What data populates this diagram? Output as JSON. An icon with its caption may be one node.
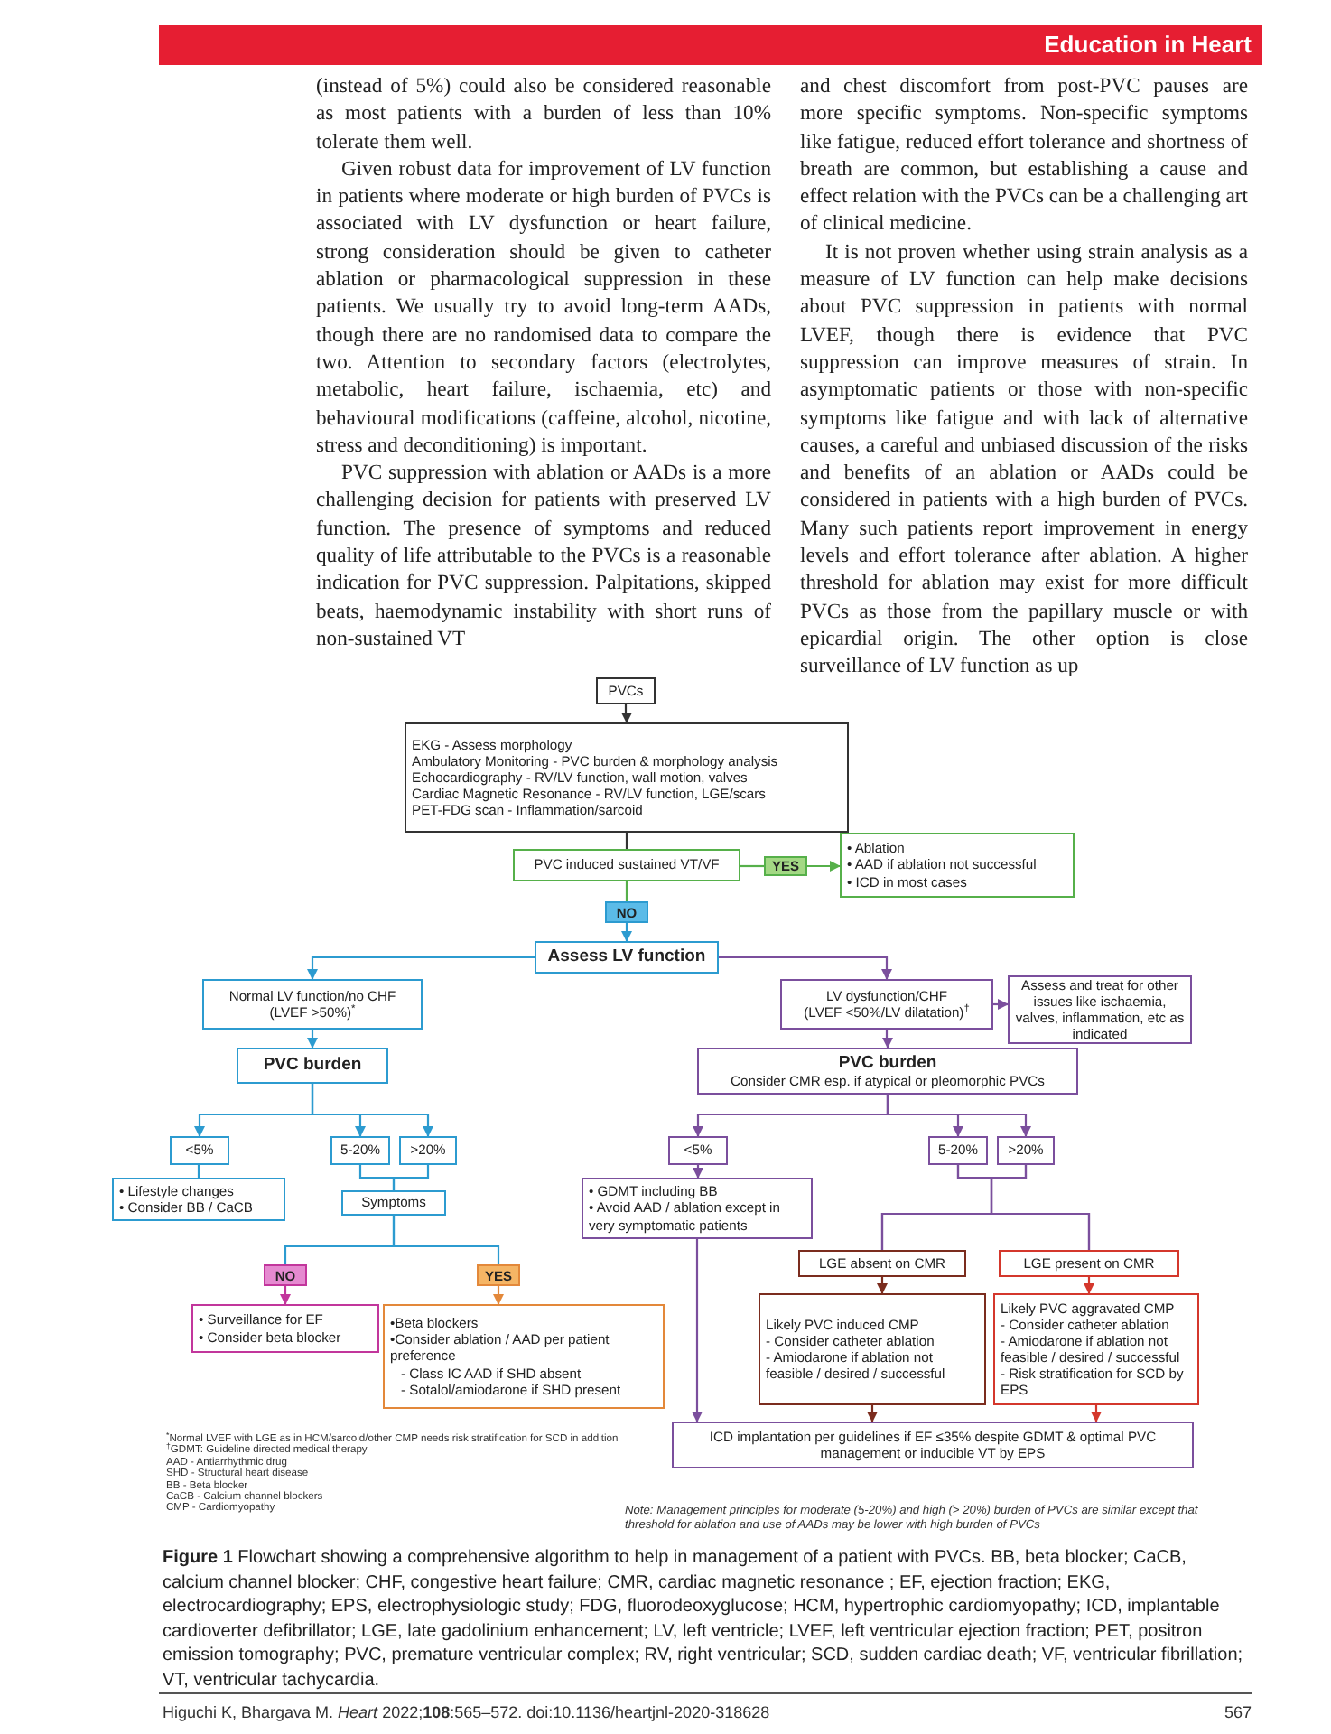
{
  "diagram": {
    "caption": "**Figure 1** Flowchart showing a comprehensive algorithm to help in management of a patient with PVCs. BB, beta blocker; CaCB, calcium channel blocker; CHF, congestive heart failure; CMR, cardiac magnetic resonance ; EF, ejection fraction; EKG, electrocardiography; EPS, electrophysiologic study; FDG, fluorodeoxyglucose; HCM, hypertrophic cardiomyopathy; ICD, implantable cardioverter defibrillator; LGE, late gadolinium enhancement; LV, left ventricle; LVEF, left ventricular ejection fraction; PET, positron emission tomography; PVC, premature ventricular complex; RV, right ventricular; SCD, sudden cardiac death; VF, ventricular fibrillation; VT, ventricular tachycardia.",
    "nodes": [
      {
        "text": [
          "PVCs"
        ]
      },
      {
        "text": [
          "EKG - Assess morphology",
          "Ambulatory Monitoring - PVC burden & morphology analysis",
          "Echocardiography - RV/LV function, wall motion, valves",
          "Cardiac Magnetic Resonance - RV/LV function, LGE/scars",
          "PET-FDG scan - Inflammation/sarcoid"
        ]
      },
      {
        "text": [
          "PVC induced sustained VT/VF"
        ]
      },
      {
        "text": [
          "YES"
        ]
      },
      {
        "text": [
          "• Ablation",
          "• AAD if ablation not successful",
          "• ICD in most cases"
        ]
      },
      {
        "text": [
          "NO"
        ]
      },
      {
        "text": [
          "Assess LV function"
        ]
      },
      {
        "text": [
          "Normal LV function/no CHF",
          "(LVEF >50%)$^{*}$"
        ]
      },
      {
        "text": [
          "PVC burden"
        ]
      },
      {
        "text": [
          "<5%"
        ]
      },
      {
        "text": [
          "5-20%"
        ]
      },
      {
        "text": [
          ">20%"
        ]
      },
      {
        "text": [
          "• Lifestyle changes",
          "• Consider BB / CaCB"
        ]
      },
      {
        "text": [
          "Symptoms"
        ]
      },
      {
        "text": [
          "NO"
        ]
      },
      {
        "text": [
          "YES"
        ]
      },
      {
        "text": [
          "• Surveillance for EF",
          "• Consider beta blocker"
        ]
      },
      {
        "text": [
          "•Beta blockers",
          "•Consider ablation / AAD per patient preference",
          "- Class IC AAD if SHD absent",
          "- Sotalol/amiodarone if SHD present"
        ]
      },
      {
        "text": [
          "LV dysfunction/CHF",
          "(LVEF <50%/LV dilatation)$^{†}$"
        ]
      },
      {
        "text": [
          "Assess and treat for other issues like ischaemia, valves, inflammation, etc as indicated"
        ]
      },
      {
        "text": [
          "PVC burden",
          "Consider CMR esp. if atypical or pleomorphic PVCs"
        ]
      },
      {
        "text": [
          "<5%"
        ]
      },
      {
        "text": [
          "5-20%"
        ]
      },
      {
        "text": [
          ">20%"
        ]
      },
      {
        "text": [
          "• GDMT including BB",
          "• Avoid AAD / ablation except in very symptomatic patients"
        ]
      },
      {
        "text": [
          "LGE absent on CMR"
        ]
      },
      {
        "text": [
          "LGE present on CMR"
        ]
      },
      {
        "text": [
          "Likely PVC induced CMP",
          "- Consider catheter ablation",
          "- Amiodarone if ablation not feasible / desired / successful"
        ]
      },
      {
        "text": [
          "Likely PVC aggravated CMP",
          "- Consider catheter ablation",
          "- Amiodarone if ablation not feasible / desired / successful",
          "- Risk stratification for SCD by EPS"
        ]
      },
      {
        "text": [
          "ICD implantation per guidelines if EF ≤35% despite GDMT & optimal PVC management or inducible VT by EPS"
        ]
      }
    ],
    "edges": [
      {
        "from": 0,
        "to": 1,
        "arrow": "to",
        "color": "#333333"
      },
      {
        "from": 1,
        "to": 2,
        "arrow": "none",
        "color": "#333333"
      },
      {
        "from": 2,
        "to": 3,
        "arrow": "none",
        "color": "#56b04a"
      },
      {
        "from": 3,
        "to": 4,
        "arrow": "to",
        "color": "#56b04a"
      },
      {
        "from": 2,
        "to": 5,
        "arrow": "none",
        "color": "#56b04a"
      },
      {
        "from": 5,
        "to": 6,
        "arrow": "to",
        "color": "#2c9bd0"
      },
      {
        "from": 6,
        "to": 7,
        "arrow": "to",
        "color": "#2c9bd0"
      },
      {
        "from": 6,
        "to": 18,
        "arrow": "to"
      },
      {
        "from": 7,
        "to": 8,
        "arrow": "to",
        "color": "#2c9bd0"
      },
      {
        "from": 8,
        "to": 9,
        "arrow": "to",
        "color": "#2c9bd0"
      },
      {
        "from": 8,
        "to": 10,
        "arrow": "to",
        "color": "#2c9bd0"
      },
      {
        "from": 8,
        "to": 11,
        "arrow": "to",
        "color": "#2c9bd0"
      },
      {
        "from": 9,
        "to": 12,
        "arrow": "none",
        "color": "#2c9bd0"
      },
      {
        "from": 10,
        "to": 13,
        "arrow": "none",
        "color": "#2c9bd0"
      },
      {
        "from": 11,
        "to": 13,
        "arrow": "none",
        "color": "#2c9bd0"
      },
      {
        "from": 13,
        "to": 14,
        "arrow": "none",
        "color": "#2c9bd0"
      },
      {
        "from": 13,
        "to": 15,
        "arrow": "none",
        "color": "#2c9bd0"
      },
      {
        "from": 14,
        "to": 16,
        "arrow": "to",
        "color": "#c2369c"
      },
      {
        "from": 15,
        "to": 17,
        "arrow": "to",
        "color": "#e3883a"
      },
      {
        "from": 18,
        "to": 19,
        "arrow": "to"
      },
      {
        "from": 18,
        "to": 20,
        "arrow": "to"
      },
      {
        "from": 20,
        "to": 21,
        "arrow": "to"
      },
      {
        "from": 20,
        "to": 22,
        "arrow": "to"
      },
      {
        "from": 20,
        "to": 23,
        "arrow": "to"
      },
      {
        "from": 21,
        "to": 24,
        "arrow": "to"
      },
      {
        "from": 22,
        "to": 25,
        "arrow": "none"
      },
      {
        "from": 22,
        "to": 26,
        "arrow": "none"
      },
      {
        "from": 23,
        "to": 25,
        "arrow": "none"
      },
      {
        "from": 23,
        "to": 26,
        "arrow": "none"
      },
      {
        "from": 25,
        "to": 27,
        "arrow": "to",
        "color": "#7b2c1e"
      },
      {
        "from": 26,
        "to": 28,
        "arrow": "to",
        "color": "#d4372c"
      },
      {
        "from": 24,
        "to": 29,
        "arrow": "to"
      },
      {
        "from": 27,
        "to": 29,
        "arrow": "to",
        "color": "#7b2c1e"
      },
      {
        "from": 28,
        "to": 29,
        "arrow": "to",
        "color": "#d4372c"
      }
    ],
    "labels": [
      "Education in Heart",
      "(instead of 5%) could also be considered reasonable as most patients with a burden of less than 10% tolerate them well.",
      "Given robust data for improvement of LV function in patients where moderate or high burden of PVCs is associated with LV dysfunction or heart failure, strong consideration should be given to catheter ablation or pharmacological suppression in these patients. We usually try to avoid long-term AADs, though there are no randomised data to compare the two. Attention to secondary factors (electrolytes, metabolic, heart failure, ischaemia, etc) and behavioural modifications (caffeine, alcohol, nicotine, stress and deconditioning) is important.",
      "PVC suppression with ablation or AADs is a more challenging decision for patients with preserved LV function. The presence of symptoms and reduced quality of life attributable to the PVCs is a reasonable indication for PVC suppression. Palpitations, skipped beats, haemodynamic instability with short runs of non-sustained VT",
      "and chest discomfort from post-PVC pauses are more specific symptoms. Non-specific symptoms like fatigue, reduced effort tolerance and shortness of breath are common, but establishing a cause and effect relation with the PVCs can be a challenging art of clinical medicine.",
      "It is not proven whether using strain analysis as a measure of LV function can help make decisions about PVC suppression in patients with normal LVEF, though there is evidence that PVC suppression can improve measures of strain. In asymptomatic patients or those with non-specific symptoms like fatigue and with lack of alternative causes, a careful and unbiased discussion of the risks and benefits of an ablation or AADs could be considered in patients with a high burden of PVCs. Many such patients report improvement in energy levels and effort tolerance after ablation. A higher threshold for ablation may exist for more difficult PVCs as those from the papillary muscle or with epicardial origin. The other option is close surveillance of LV function as up",
      "$^{*}$Normal LVEF with LGE as in HCM/sarcoid/other CMP needs risk stratification for SCD in addition",
      "$^{†}$GDMT: Guideline directed medical therapy",
      "AAD - Antiarrhythmic drug",
      "SHD - Structural heart disease",
      "BB - Beta blocker",
      "CaCB - Calcium channel blockers",
      "CMP - Cardiomyopathy",
      "Note: Management principles for moderate (5-20%) and high (> 20%) burden of PVCs are similar except that threshold for ablation and use of AADs may be lower with high burden of PVCs",
      "Higuchi K, Bhargava M. *Heart* 2022;**108**:565–572. doi:10.1136/heartjnl-2020-318628",
      "567"
    ]
  }
}
